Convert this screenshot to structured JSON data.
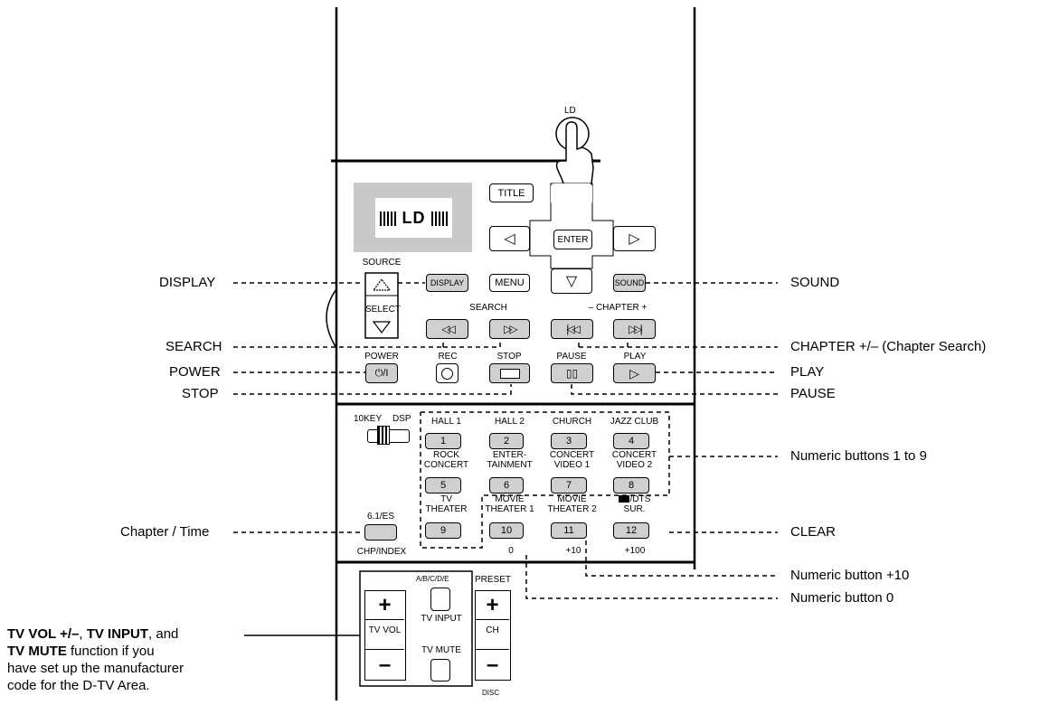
{
  "remote": {
    "ld_label": "LD",
    "display_screen_text": "LD",
    "title_button": "TITLE",
    "enter_button": "ENTER",
    "source_label": "SOURCE",
    "select_label": "SELECT",
    "display_button": "DISPLAY",
    "menu_button": "MENU",
    "sound_button": "SOUND",
    "search_label": "SEARCH",
    "chapter_label": "–  CHAPTER  +",
    "power_label": "POWER",
    "rec_label": "REC",
    "stop_label": "STOP",
    "pause_label": "PAUSE",
    "play_label": "PLAY",
    "power_symbol": "⏻/I",
    "switch_label_10key": "10KEY",
    "switch_label_dsp": "DSP",
    "dsp_labels": [
      "HALL 1",
      "HALL 2",
      "CHURCH",
      "JAZZ CLUB",
      "ROCK CONCERT",
      "ENTER-TAINMENT",
      "CONCERT VIDEO 1",
      "CONCERT VIDEO 2",
      "TV THEATER",
      "MOVIE THEATER 1",
      "MOVIE THEATER 2",
      "/DTS SUR."
    ],
    "dsp_label_lines": [
      [
        "HALL 1"
      ],
      [
        "HALL 2"
      ],
      [
        "CHURCH"
      ],
      [
        "JAZZ CLUB"
      ],
      [
        "ROCK",
        "CONCERT"
      ],
      [
        "ENTER-",
        "TAINMENT"
      ],
      [
        "CONCERT",
        "VIDEO 1"
      ],
      [
        "CONCERT",
        "VIDEO 2"
      ],
      [
        "TV",
        "THEATER"
      ],
      [
        "MOVIE",
        "THEATER 1"
      ],
      [
        "MOVIE",
        "THEATER 2"
      ],
      [
        "/DTS",
        "SUR."
      ]
    ],
    "number_buttons": [
      "1",
      "2",
      "3",
      "4",
      "5",
      "6",
      "7",
      "8",
      "9",
      "10",
      "11",
      "12"
    ],
    "es_button_label": "6.1/ES",
    "chp_index_label": "CHP/INDEX",
    "sub_labels": {
      "zero": "0",
      "plus10": "+10",
      "plus100": "+100"
    },
    "abcde_label": "A/B/C/D/E",
    "preset_label": "PRESET",
    "tv_vol_label": "TV VOL",
    "tv_input_label": "TV INPUT",
    "tv_mute_label": "TV MUTE",
    "ch_label": "CH",
    "disc_label": "DISC",
    "plus": "+",
    "minus": "–"
  },
  "callouts": {
    "display": "DISPLAY",
    "search": "SEARCH",
    "power": "POWER",
    "stop": "STOP",
    "chapter_time": "Chapter / Time",
    "sound": "SOUND",
    "chapter": "CHAPTER +/– (Chapter Search)",
    "play": "PLAY",
    "pause": "PAUSE",
    "numeric_1_9": "Numeric buttons 1 to 9",
    "clear": "CLEAR",
    "numeric_plus10": "Numeric button +10",
    "numeric_0": "Numeric button 0",
    "tv_note_bold1": "TV VOL +/–",
    "tv_note_sep1": ", ",
    "tv_note_bold2": "TV INPUT",
    "tv_note_sep2": ", and",
    "tv_note_bold3": "TV MUTE",
    "tv_note_rest1": " function if you",
    "tv_note_line3": "have set up the manufacturer",
    "tv_note_line4": "code for the D-TV Area."
  }
}
